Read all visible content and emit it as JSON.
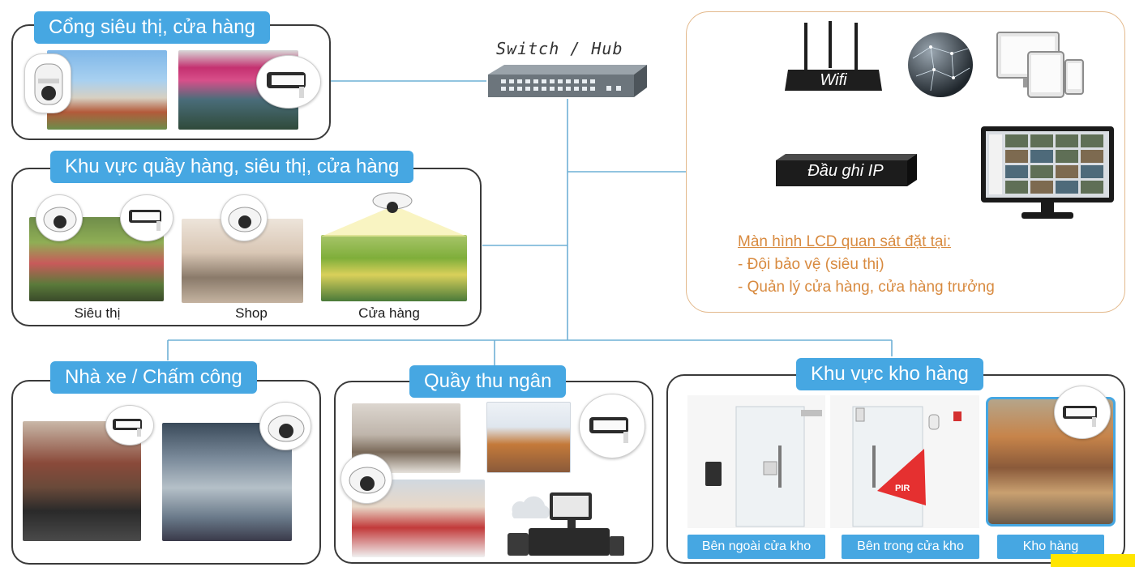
{
  "switch": {
    "label": "Switch / Hub"
  },
  "sections": {
    "entrance": {
      "title": "Cổng siêu thị, cửa hàng"
    },
    "area": {
      "title": "Khu vực quầy hàng, siêu thị, cửa hàng",
      "captions": [
        "Siêu thị",
        "Shop",
        "Cửa hàng"
      ]
    },
    "parking": {
      "title": "Nhà xe / Chấm công"
    },
    "cashier": {
      "title": "Quầy thu ngân"
    },
    "warehouse": {
      "title": "Khu vực kho hàng",
      "labels": [
        "Bên ngoài cửa kho",
        "Bên trong cửa kho",
        "Kho hàng"
      ],
      "pir_label": "PIR"
    }
  },
  "monitor": {
    "wifi_label": "Wifi",
    "nvr_label": "Đầu ghi IP",
    "lcd_heading": "Màn hình LCD quan sát đặt tại:",
    "lcd_items": [
      "- Đội bảo vệ (siêu thị)",
      "- Quản lý cửa hàng, cửa hàng trưởng"
    ]
  },
  "colors": {
    "tag_blue": "#46a7e2",
    "line_blue": "#6fb0d6",
    "lcd_orange": "#d88a3f",
    "panel_border": "#3a3a3a"
  },
  "icons": [
    "dome-camera-icon",
    "bullet-camera-icon",
    "ptz-camera-icon",
    "fisheye-camera-icon",
    "switch-icon",
    "router-icon",
    "globe-icon",
    "devices-icon",
    "nvr-icon",
    "monitor-icon",
    "pos-terminal-icon"
  ]
}
